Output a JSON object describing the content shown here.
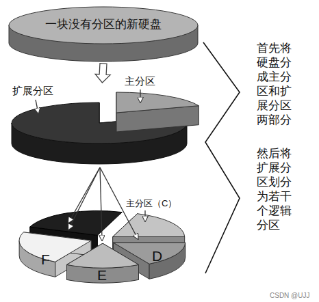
{
  "diagram": {
    "nodes": [
      {
        "text": [
          "一块没有分区的新硬盘"
        ]
      },
      {
        "text": [
          "扩展分区"
        ]
      },
      {
        "text": [
          "主分区"
        ]
      },
      {
        "text": [
          "主分区（C）"
        ]
      },
      {
        "text": [
          "D"
        ]
      },
      {
        "text": [
          "E"
        ]
      },
      {
        "text": [
          "F"
        ]
      }
    ],
    "edges": [
      {
        "from": 0,
        "to": 1,
        "arrow": "to"
      },
      {
        "from": 1,
        "to": 6,
        "arrow": "to"
      },
      {
        "from": 1,
        "to": 5,
        "arrow": "to"
      },
      {
        "from": 1,
        "to": 4,
        "arrow": "to"
      }
    ],
    "labels": [
      "首先将硬盘分成主分区和扩展分区两部分",
      "然后将扩展分区划分为若干个逻辑分区",
      "CSDN @UJJ"
    ]
  }
}
